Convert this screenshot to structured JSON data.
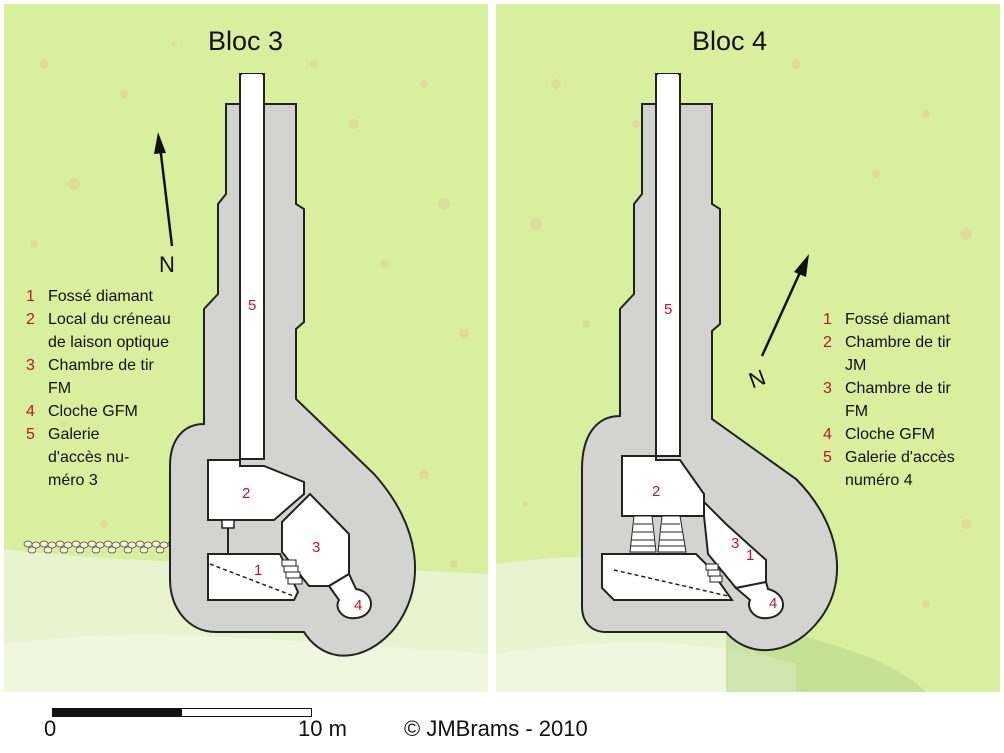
{
  "colors": {
    "ground": "#d8ef9e",
    "ground_light": "#e8f3cf",
    "concrete": "#d3d3d1",
    "room": "#ffffff",
    "outline": "#222222",
    "label": "#c8102e"
  },
  "left": {
    "title": "Bloc 3",
    "north": "N",
    "legend": [
      {
        "num": "1",
        "text": "Fossé diamant"
      },
      {
        "num": "2",
        "text": "Local du créneau\nde laison optique"
      },
      {
        "num": "3",
        "text": "Chambre de tir\nFM"
      },
      {
        "num": "4",
        "text": "Cloche GFM"
      },
      {
        "num": "5",
        "text": "Galerie\nd'accès nu-\nméro 3"
      }
    ],
    "labels": {
      "r1": "1",
      "r2": "2",
      "r3": "3",
      "r4": "4",
      "r5": "5"
    }
  },
  "right": {
    "title": "Bloc 4",
    "north": "N",
    "legend": [
      {
        "num": "1",
        "text": "Fossé diamant"
      },
      {
        "num": "2",
        "text": "Chambre de tir\nJM"
      },
      {
        "num": "3",
        "text": "Chambre de tir\nFM"
      },
      {
        "num": "4",
        "text": "Cloche GFM"
      },
      {
        "num": "5",
        "text": "Galerie d'accès\nnuméro 4"
      }
    ],
    "labels": {
      "r1": "1",
      "r2": "2",
      "r3": "3",
      "r4": "4",
      "r5": "5"
    }
  },
  "footer": {
    "scale_start": "0",
    "scale_end": "10 m",
    "copyright": "©  JMBrams - 2010"
  }
}
